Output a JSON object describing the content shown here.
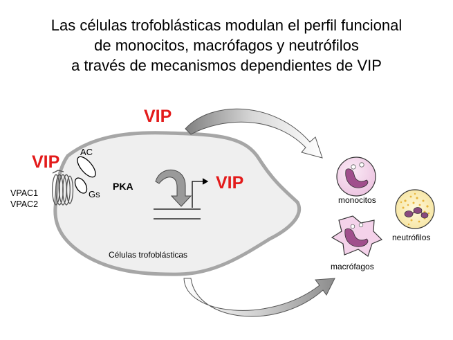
{
  "title": {
    "line1": "Las células trofoblásticas modulan el perfil funcional",
    "line2": "de monocitos, macrófagos y neutrófilos",
    "line3": "a través de mecanismos dependientes de VIP"
  },
  "labels": {
    "vip_secreted": "VIP",
    "vip_ligand": "VIP",
    "vip_expression": "VIP",
    "ac": "AC",
    "gs": "Gs",
    "receptor1": "VPAC1",
    "receptor2": "VPAC2",
    "pka": "PKA",
    "trophoblast": "Células trofoblásticas",
    "monocitos": "monocitos",
    "macrofagos": "macrófagos",
    "neutrofilos": "neutrófilos"
  },
  "colors": {
    "vip": "#e31b1b",
    "cell_fill": "#efefef",
    "cell_border": "#a6a6a6",
    "arrow_gray": "#8c8c8c",
    "monocyte_body": "#f6dcef",
    "macrophage_body": "#f4d2ea",
    "nucleus": "#a04f8c",
    "neutrophil_body": "#fdf2c2",
    "neutrophil_granules": "#e8b43c"
  }
}
